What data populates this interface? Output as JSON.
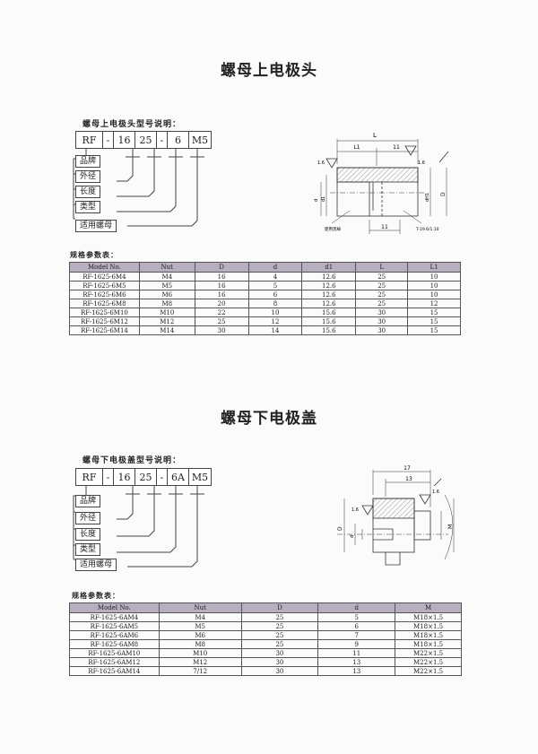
{
  "top": {
    "title": "螺母上电极头",
    "code_caption": "螺母上电极头型号说明：",
    "code": [
      "RF",
      "-",
      "16",
      "25",
      "-",
      "6",
      "M5"
    ],
    "labels": [
      "品牌",
      "外径",
      "长度",
      "类型",
      "适用螺母"
    ],
    "spec_caption": "规格参数表：",
    "headers": [
      "Model No.",
      "Nut",
      "D",
      "d",
      "d1",
      "L",
      "L1"
    ],
    "rows": [
      [
        "RF-1625-6M4",
        "M4",
        "16",
        "4",
        "12.6",
        "25",
        "10"
      ],
      [
        "RF-1625-6M5",
        "M5",
        "16",
        "5",
        "12.6",
        "25",
        "10"
      ],
      [
        "RF-1625-6M6",
        "M6",
        "16",
        "6",
        "12.6",
        "25",
        "10"
      ],
      [
        "RF-1625-6M8",
        "M8",
        "20",
        "8",
        "12.6",
        "25",
        "12"
      ],
      [
        "RF-1625-6M10",
        "M10",
        "22",
        "10",
        "15.6",
        "30",
        "15"
      ],
      [
        "RF-1625-6M12",
        "M12",
        "25",
        "12",
        "15.6",
        "30",
        "15"
      ],
      [
        "RF-1625-6M14",
        "M14",
        "30",
        "14",
        "15.6",
        "30",
        "15"
      ]
    ],
    "drawing": {
      "dim_L": "L",
      "dim_L1": "L1",
      "dim_11_top": "11",
      "dim_11_bottom": "11",
      "roughness_1": "1.6",
      "roughness_2": "1.6",
      "dia_d": "d",
      "dia_d1": "d1",
      "dia_D": "D",
      "dia_dH": "dH1",
      "note_left": "使用黑線",
      "note_taper": "T-19.6/1.10"
    }
  },
  "bottom": {
    "title": "螺母下电极盖",
    "code_caption": "螺母下电极盖型号说明：",
    "code": [
      "RF",
      "-",
      "16",
      "25",
      "-",
      "6A",
      "M5"
    ],
    "labels": [
      "品牌",
      "外径",
      "长度",
      "类型",
      "适用螺母"
    ],
    "spec_caption": "规格参数表：",
    "headers": [
      "Model No.",
      "Nut",
      "D",
      "d",
      "M"
    ],
    "rows": [
      [
        "RF-1625-6AM4",
        "M4",
        "25",
        "5",
        "M18×1.5"
      ],
      [
        "RF-1625-6AM5",
        "M5",
        "25",
        "6",
        "M18×1.5"
      ],
      [
        "RF-1625-6AM6",
        "M6",
        "25",
        "7",
        "M18×1.5"
      ],
      [
        "RF-1625-6AM8",
        "M8",
        "25",
        "9",
        "M18×1.5"
      ],
      [
        "RF-1625-6AM10",
        "M10",
        "30",
        "11",
        "M22×1.5"
      ],
      [
        "RF-1625-6AM12",
        "M12",
        "30",
        "13",
        "M22×1.5"
      ],
      [
        "RF-1625-6AM14",
        "7/12",
        "30",
        "13",
        "M22×1.5"
      ]
    ],
    "drawing": {
      "dim_17": "17",
      "dim_13": "13",
      "roughness_1": "1.6",
      "roughness_2": "1.6",
      "dia_D": "D",
      "dia_d": "d",
      "dia_M": "M"
    }
  }
}
